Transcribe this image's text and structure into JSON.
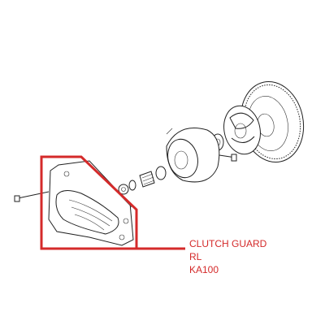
{
  "callout": {
    "lines": [
      "CLUTCH GUARD",
      "RL",
      "KA100"
    ],
    "color": "#d42a2a"
  },
  "icons": {
    "exploded_view": "clutch-assembly-drawing"
  }
}
